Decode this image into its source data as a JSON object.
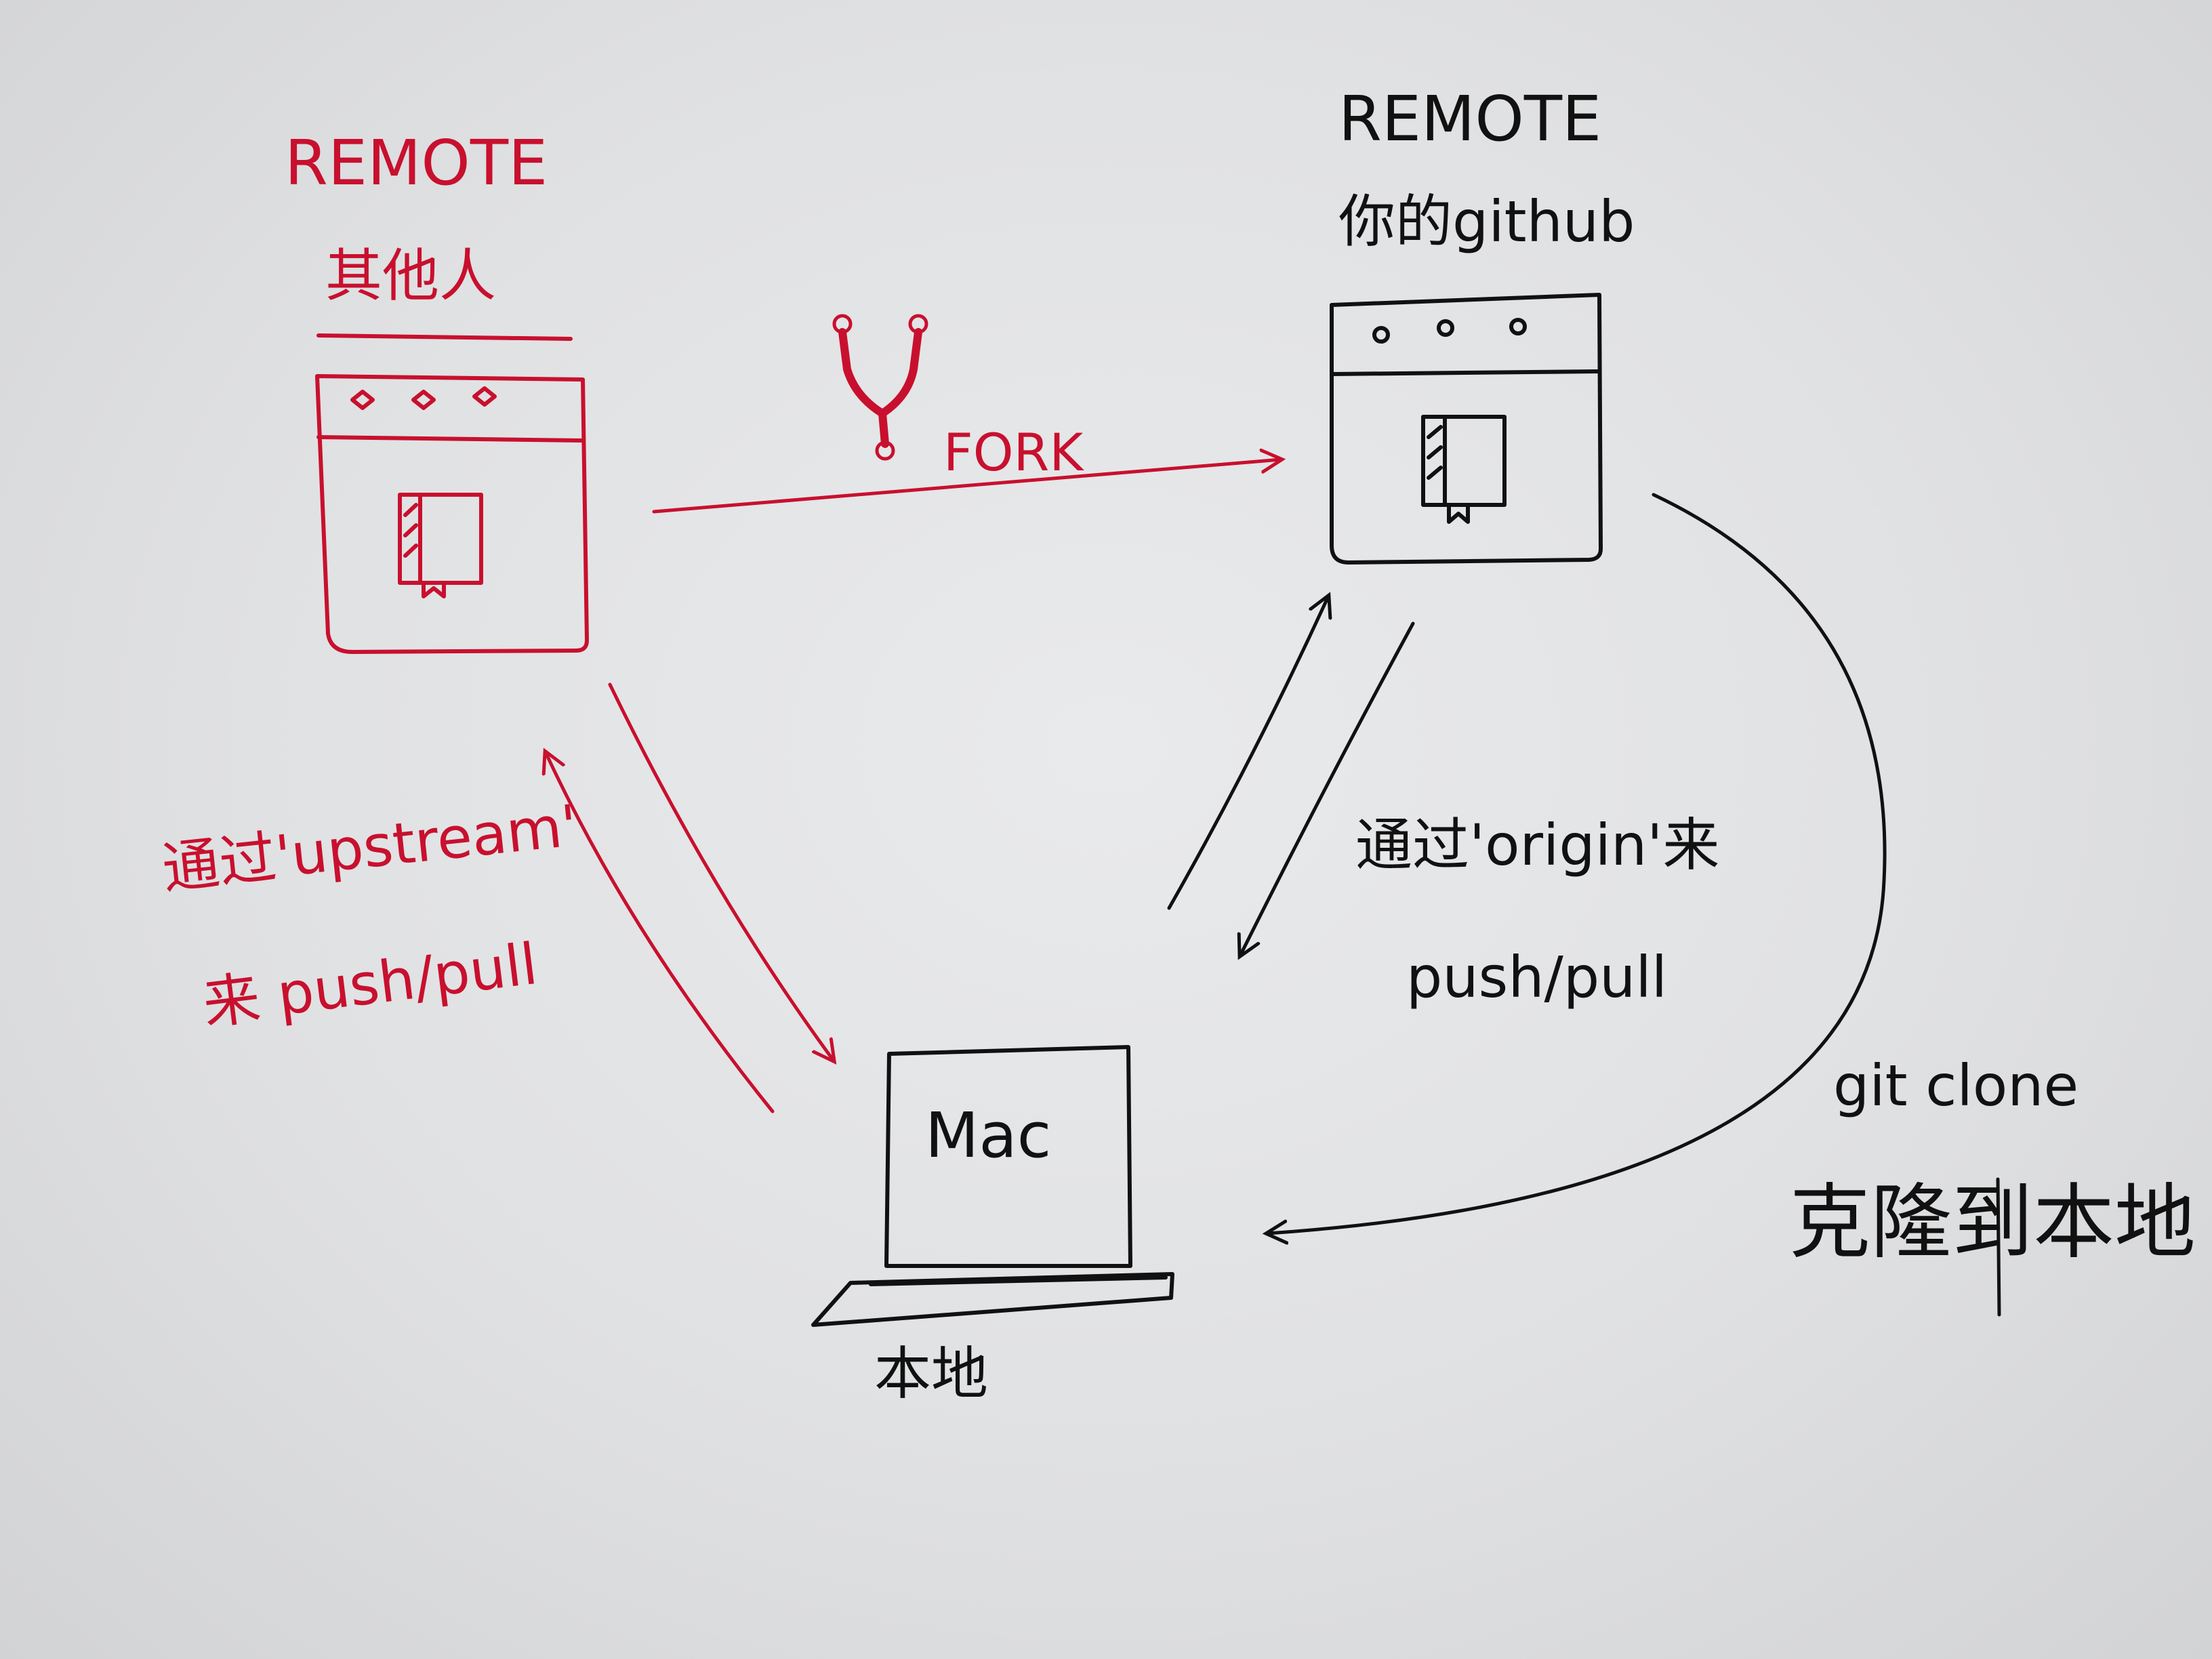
{
  "left": {
    "remote": "REMOTE",
    "owner": "其他人"
  },
  "right": {
    "remote": "REMOTE",
    "owner": "你的github"
  },
  "fork": {
    "label": "FORK"
  },
  "upstream": {
    "line1": "通过'upstream'",
    "line2": "来 push/pull"
  },
  "origin": {
    "line1": "通过'origin'来",
    "line2": "push/pull"
  },
  "local": {
    "screen": "Mac",
    "caption": "本地"
  },
  "clone": {
    "line1": "git clone",
    "line2": "克隆到本地"
  },
  "colors": {
    "ink_red": "#c8102e",
    "ink_black": "#111111",
    "paper": "#e4e5e7"
  }
}
